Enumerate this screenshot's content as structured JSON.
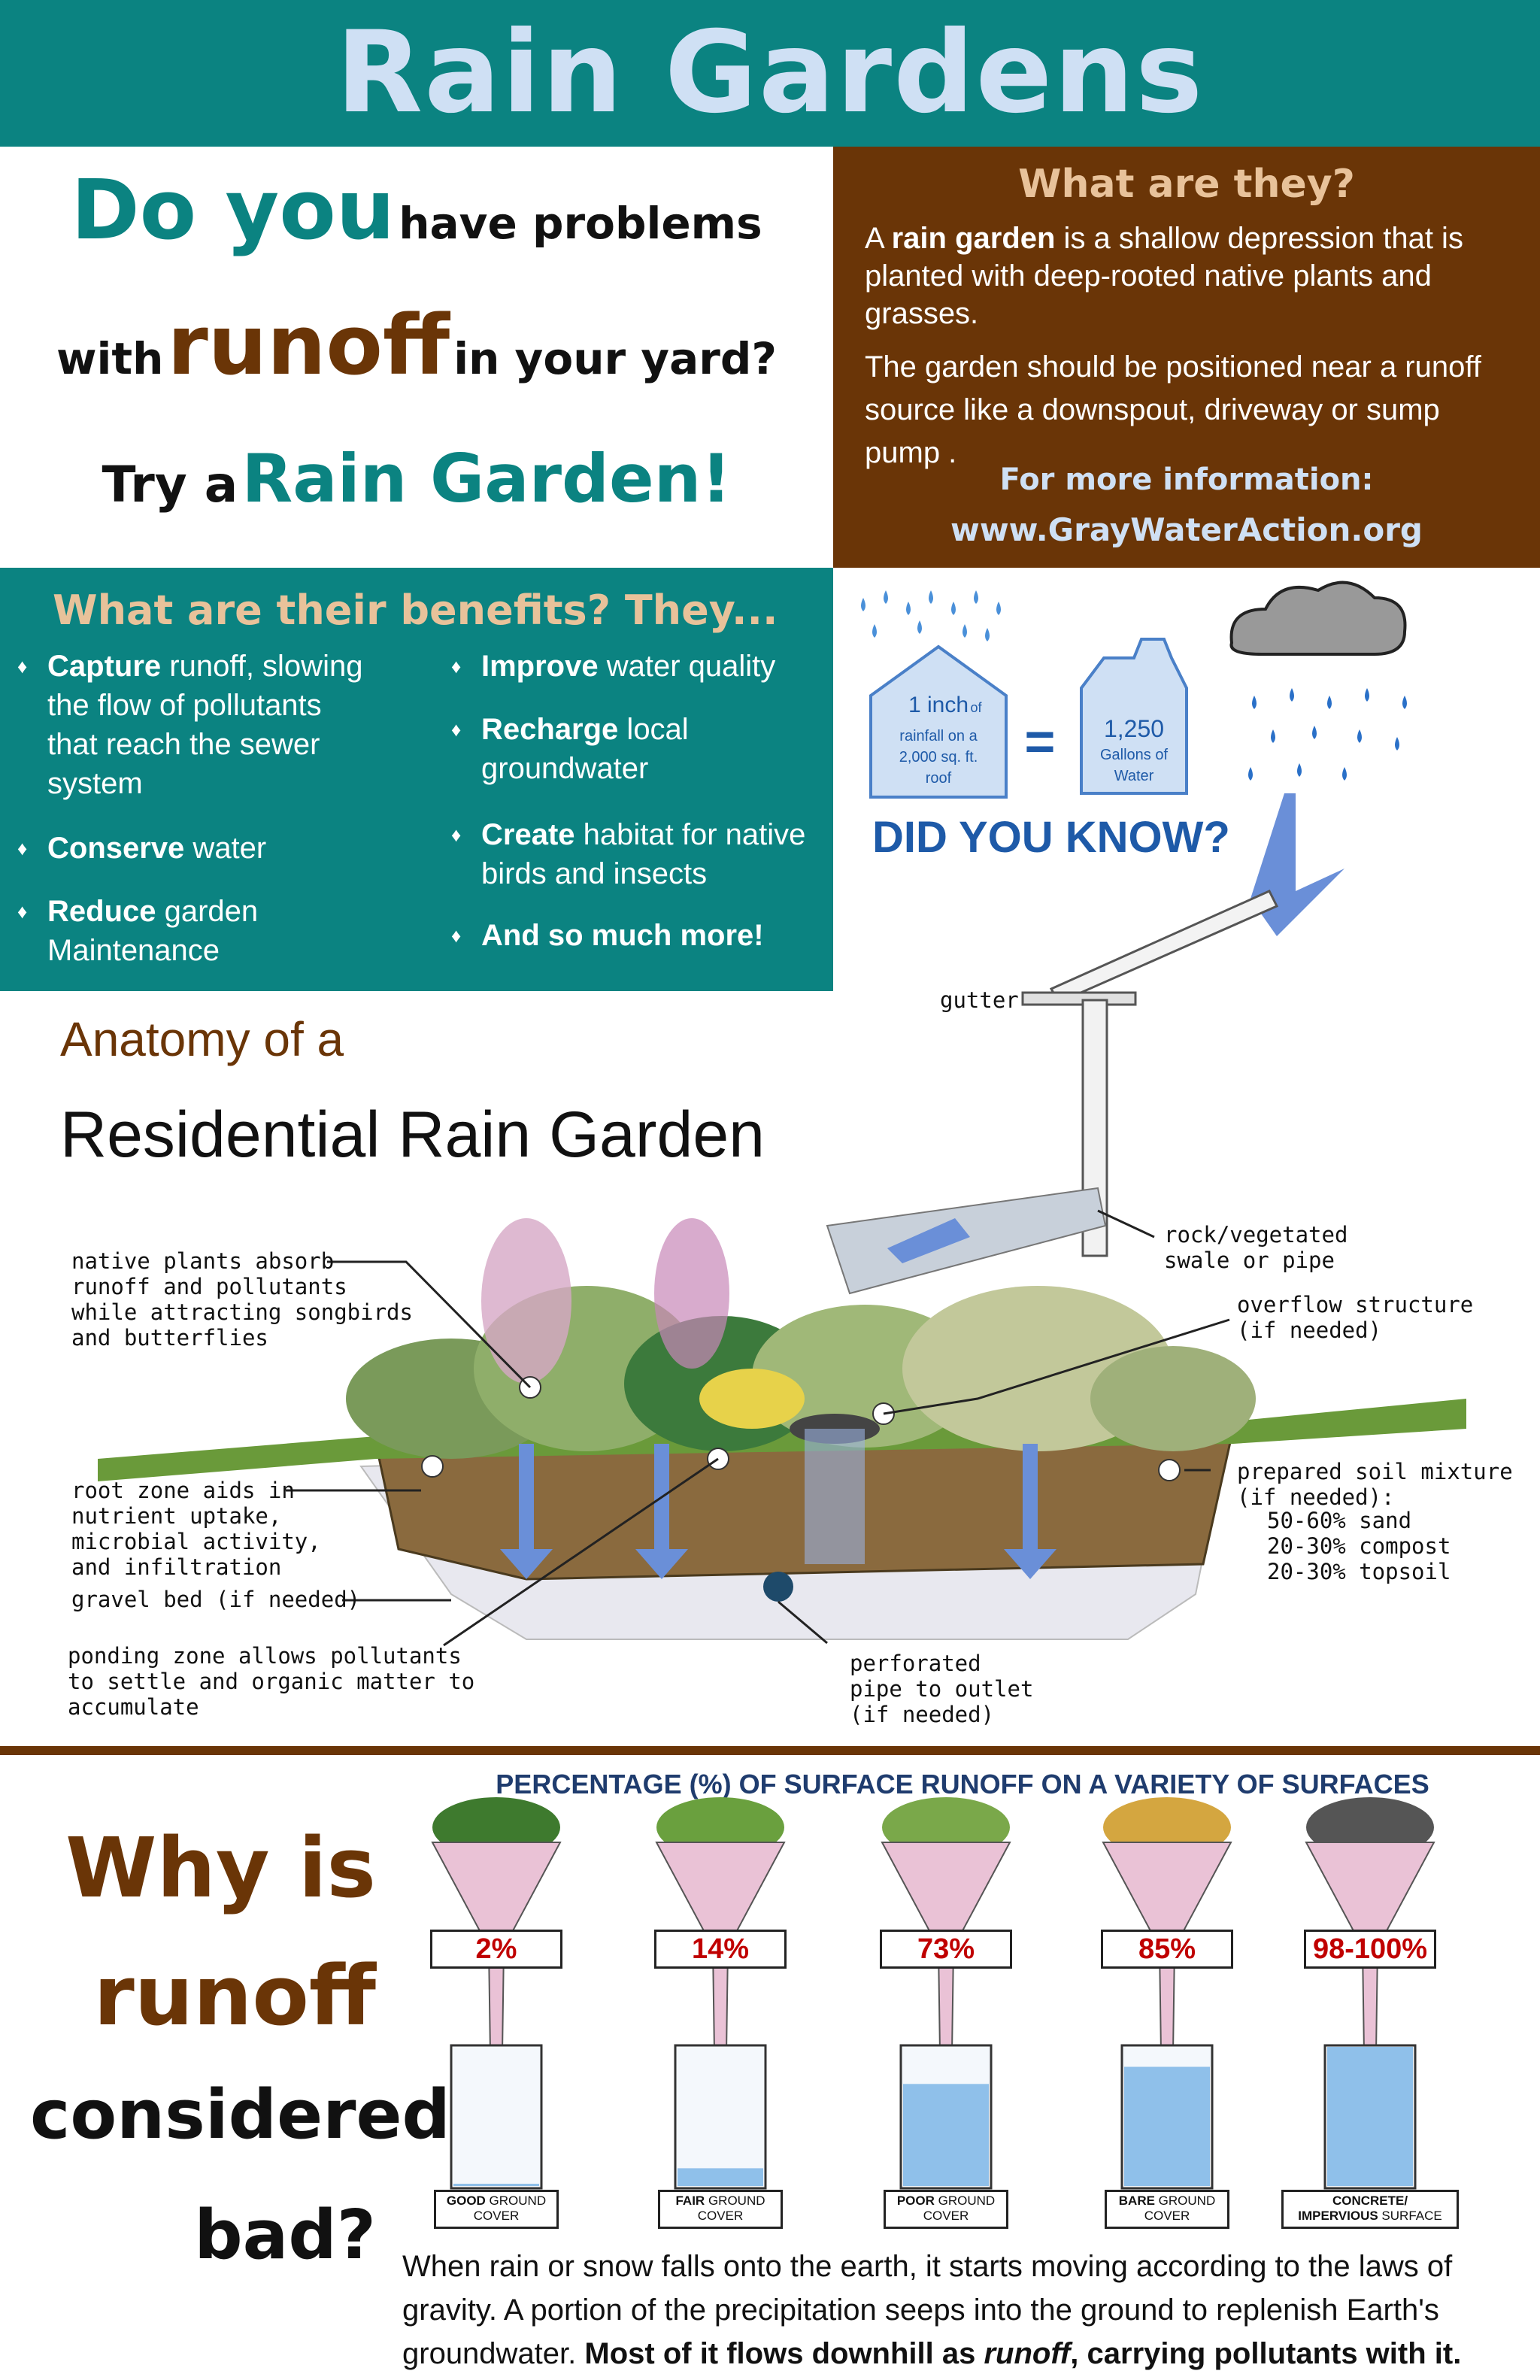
{
  "header": {
    "title": "Rain Gardens"
  },
  "question": {
    "do_you": "Do you",
    "have_problems": "have problems",
    "with": "with",
    "runoff": "runoff",
    "in_your_yard": "in your yard?",
    "try_a": "Try a",
    "rain_garden": "Rain Garden!"
  },
  "what": {
    "title": "What are they?",
    "p1_pre": "A ",
    "p1_bold": "rain garden",
    "p1_post": " is a shallow depression that is planted with deep-rooted native plants and grasses.",
    "p2": "The garden should be positioned near a runoff source like a downspout, driveway or sump pump .",
    "more_info": "For more information:",
    "url": "www.GrayWaterAction.org"
  },
  "benefits": {
    "title": "What are their benefits? They...",
    "left": [
      {
        "bold": "Capture",
        "rest": " runoff, slowing the flow of pollutants that reach the sewer system"
      },
      {
        "bold": "Conserve",
        "rest": " water"
      },
      {
        "bold": "Reduce",
        "rest": " garden Maintenance"
      }
    ],
    "right": [
      {
        "bold": "Improve",
        "rest": " water quality"
      },
      {
        "bold": "Recharge",
        "rest": " local groundwater"
      },
      {
        "bold": "Create",
        "rest": " habitat for native birds and insects"
      },
      {
        "bold": "And so much more!",
        "rest": ""
      }
    ]
  },
  "did_you_know": {
    "rain_amount": "1 inch",
    "of": "of",
    "rainfall_line1": "rainfall on a",
    "rainfall_line2": "2,000 sq. ft.",
    "rainfall_line3": "roof",
    "equals": "=",
    "gallons": "1,250",
    "gallons_line2": "Gallons of",
    "gallons_line3": "Water",
    "heading": "DID YOU KNOW?"
  },
  "anatomy": {
    "subtitle": "Anatomy of a",
    "title": "Residential Rain Garden",
    "labels": {
      "gutter": "gutter",
      "swale": "rock/vegetated\nswale or pipe",
      "overflow": "overflow structure\n(if needed)",
      "native_plants": "native plants absorb\nrunoff and pollutants\nwhile attracting songbirds\nand butterflies",
      "root_zone": "root zone aids in\nnutrient uptake,\nmicrobial activity,\nand infiltration",
      "gravel": "gravel bed (if needed)",
      "ponding": "ponding zone allows pollutants\nto settle and organic matter to\naccumulate",
      "soil": "prepared soil mixture\n(if needed):",
      "soil_mix": "50-60% sand\n20-30% compost\n20-30% topsoil",
      "pipe": "perforated\npipe to outlet\n(if needed)"
    }
  },
  "why": {
    "line1": "Why  is",
    "line2": "runoff",
    "line3": "considered",
    "line4": "bad?"
  },
  "chart_data": {
    "type": "bar",
    "title": "PERCENTAGE (%) OF SURFACE RUNOFF ON A VARIETY OF SURFACES",
    "categories": [
      "GOOD GROUND COVER",
      "FAIR GROUND COVER",
      "POOR GROUND COVER",
      "BARE GROUND COVER",
      "CONCRETE/ IMPERVIOUS SURFACE"
    ],
    "labels": [
      "2%",
      "14%",
      "73%",
      "85%",
      "98-100%"
    ],
    "values": [
      2,
      14,
      73,
      85,
      99
    ],
    "cover_line1": [
      "GOOD GROUND",
      "FAIR GROUND",
      "POOR GROUND",
      "BARE GROUND",
      "CONCRETE/"
    ],
    "cover_line2": [
      "COVER",
      "COVER",
      "COVER",
      "COVER",
      "IMPERVIOUS SURFACE"
    ]
  },
  "bottom": {
    "p_plain": "When rain or snow falls onto the earth, it starts moving according to the laws of gravity. A portion of the precipitation seeps into the ground to replenish Earth's groundwater. ",
    "p_bold1": "Most of it flows downhill as ",
    "p_italic": "runoff",
    "p_bold2": ", carrying pollutants with it."
  },
  "colors": {
    "teal": "#0b8381",
    "brown": "#6a3507",
    "light_blue": "#cfe0f4",
    "tan": "#e8c29a",
    "red": "#c00000"
  }
}
